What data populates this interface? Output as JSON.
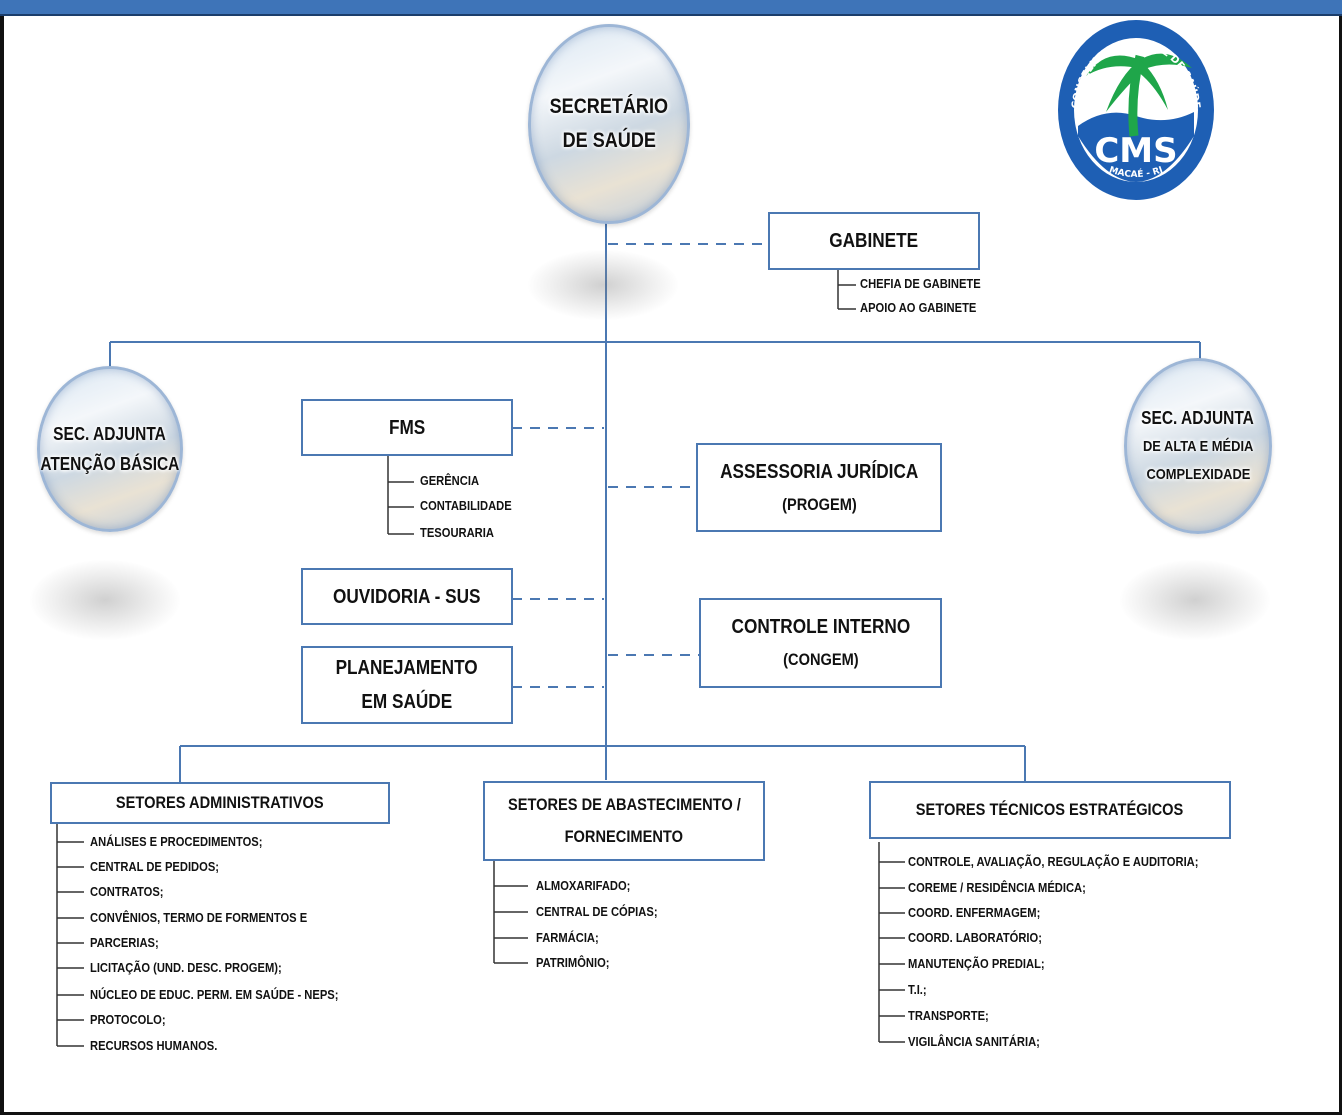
{
  "header": {
    "bar_color": "#3e74b8"
  },
  "nodes": {
    "secretario": [
      "SECRETÁRIO",
      "DE SAÚDE"
    ],
    "adjunta_basica": [
      "SEC. ADJUNTA",
      "ATENÇÃO BÁSICA"
    ],
    "adjunta_alta": [
      "SEC. ADJUNTA",
      "DE ALTA E MÉDIA",
      "COMPLEXIDADE"
    ],
    "gabinete": {
      "title": "GABINETE",
      "items": [
        "CHEFIA DE GABINETE",
        "APOIO AO GABINETE"
      ]
    },
    "fms": {
      "title": "FMS",
      "items": [
        "GERÊNCIA",
        "CONTABILIDADE",
        "TESOURARIA"
      ]
    },
    "assessoria": [
      "ASSESSORIA JURÍDICA",
      "(PROGEM)"
    ],
    "ouvidoria": "OUVIDORIA - SUS",
    "controle": [
      "CONTROLE INTERNO",
      "(CONGEM)"
    ],
    "planejamento": [
      "PLANEJAMENTO",
      "EM SAÚDE"
    ],
    "administrativos": {
      "title": "SETORES ADMINISTRATIVOS",
      "items": [
        "ANÁLISES E PROCEDIMENTOS;",
        "CENTRAL DE PEDIDOS;",
        "CONTRATOS;",
        "CONVÊNIOS, TERMO DE FORMENTOS E",
        "PARCERIAS;",
        "LICITAÇÃO (UND. DESC. PROGEM);",
        "NÚCLEO DE EDUC. PERM. EM SAÚDE - NEPS;",
        "PROTOCOLO;",
        "RECURSOS HUMANOS."
      ]
    },
    "abastecimento": {
      "title": [
        "SETORES DE ABASTECIMENTO /",
        "FORNECIMENTO"
      ],
      "items": [
        "ALMOXARIFADO;",
        "CENTRAL DE CÓPIAS;",
        "FARMÁCIA;",
        "PATRIMÔNIO;"
      ]
    },
    "tecnicos": {
      "title": "SETORES TÉCNICOS ESTRATÉGICOS",
      "items": [
        "CONTROLE, AVALIAÇÃO, REGULAÇÃO E AUDITORIA;",
        "COREME / RESIDÊNCIA MÉDICA;",
        "COORD. ENFERMAGEM;",
        "COORD. LABORATÓRIO;",
        "MANUTENÇÃO PREDIAL;",
        "T.I.;",
        "TRANSPORTE;",
        "VIGILÂNCIA SANITÁRIA;"
      ]
    }
  },
  "logo": {
    "ring_text": "CONSELHO MUNICIPAL DE SAÚDE",
    "initials": "CMS",
    "city": "MACAÉ - RJ"
  },
  "colors": {
    "line": "#4b78b2",
    "box_border": "#4b78b2",
    "logo_blue": "#1e5fb4",
    "logo_green": "#1fa64a"
  }
}
